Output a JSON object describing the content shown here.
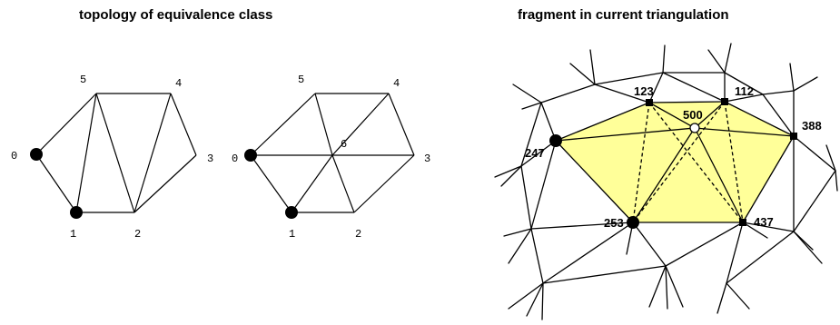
{
  "titles": {
    "left": "topology of equivalence class",
    "right": "fragment in current triangulation"
  },
  "colors": {
    "line": "#000000",
    "fill": "#ffff99",
    "background": "#ffffff"
  },
  "diagram_a": {
    "vertex_labels": [
      "0",
      "1",
      "2",
      "3",
      "4",
      "5"
    ],
    "filled_vertices": [
      "0",
      "1"
    ]
  },
  "diagram_b": {
    "vertex_labels": [
      "0",
      "1",
      "2",
      "3",
      "4",
      "5",
      "6"
    ],
    "filled_vertices": [
      "0",
      "1"
    ]
  },
  "fragment": {
    "vertex_labels": [
      "123",
      "112",
      "500",
      "388",
      "247",
      "253",
      "437"
    ],
    "circle_vertices": [
      "247",
      "253"
    ],
    "square_vertices": [
      "123",
      "112",
      "388",
      "437"
    ],
    "open_circle_vertices": [
      "500"
    ]
  }
}
